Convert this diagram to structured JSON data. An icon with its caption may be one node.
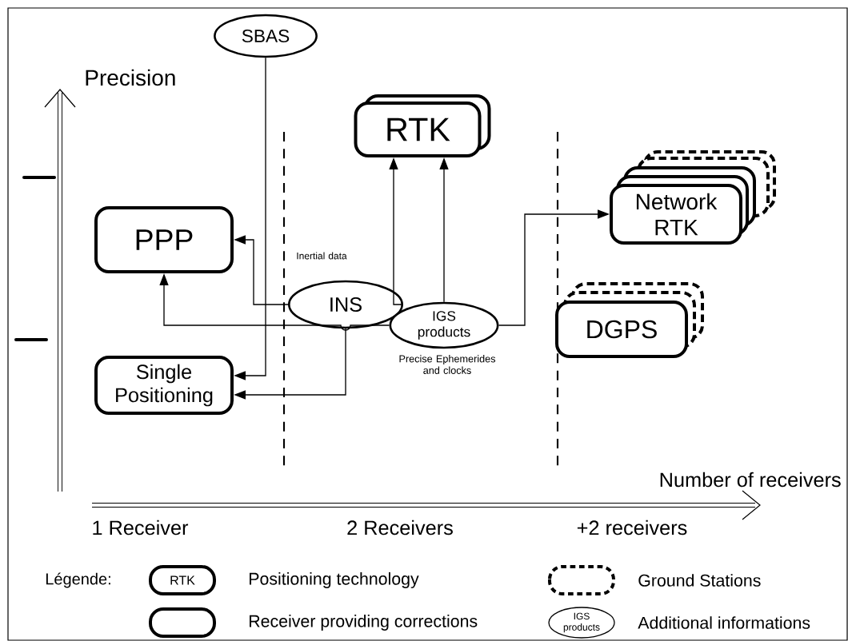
{
  "diagram": {
    "nodes": [
      {
        "text": [
          "SBAS"
        ]
      },
      {
        "text": [
          "RTK"
        ]
      },
      {
        "text": [
          "PPP"
        ]
      },
      {
        "text": [
          "INS"
        ],
        "beside": [
          "Inertial data"
        ]
      },
      {
        "text": [
          "IGS products"
        ],
        "beside": [
          "Precise Ephemerides and clocks"
        ]
      },
      {
        "text": [
          "Network RTK"
        ]
      },
      {
        "text": [
          "DGPS"
        ]
      },
      {
        "text": [
          "Single Positioning"
        ]
      }
    ],
    "edges": [
      {
        "from": 0,
        "to": 7,
        "arrow": "to"
      },
      {
        "from": 3,
        "to": 2,
        "arrow": "to"
      },
      {
        "from": 3,
        "to": 1,
        "arrow": "to"
      },
      {
        "from": 3,
        "to": 7,
        "arrow": "to"
      },
      {
        "from": 4,
        "to": 2,
        "arrow": "to"
      },
      {
        "from": 4,
        "to": 1,
        "arrow": "to"
      },
      {
        "from": 4,
        "to": 5,
        "arrow": "to"
      }
    ],
    "labels": [
      "Precision",
      "Number of receivers",
      "1 Receiver",
      "2 Receivers",
      "+2 receivers",
      "Légende:",
      "RTK",
      "IGS products"
    ],
    "legend": [
      {
        "text": "Positioning technology"
      },
      {
        "text": "Ground Stations"
      },
      {
        "text": "Receiver providing corrections"
      },
      {
        "text": "Additional informations"
      }
    ]
  }
}
